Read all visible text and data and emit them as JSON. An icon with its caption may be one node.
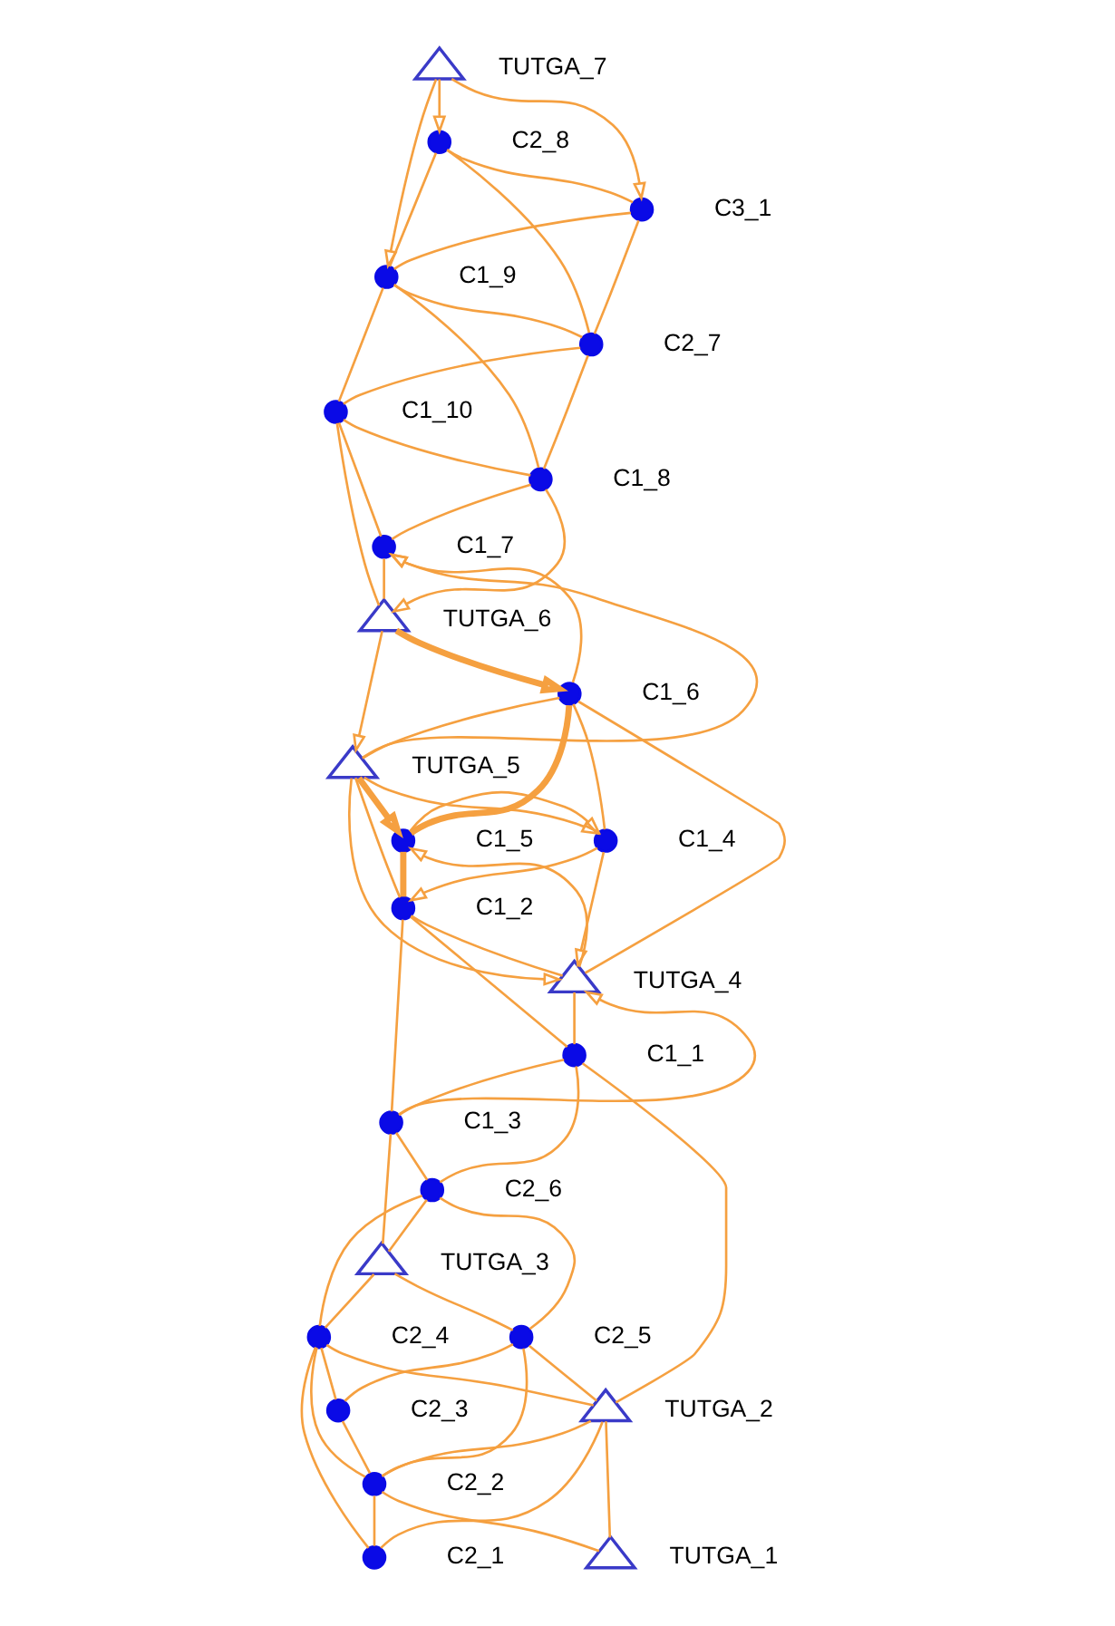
{
  "diagram": {
    "nodes": [
      {
        "text": [],
        "shape": "triangle",
        "beside": [
          "TUTGA_7"
        ]
      },
      {
        "text": [],
        "shape": "circle",
        "beside": [
          "C2_8"
        ]
      },
      {
        "text": [],
        "shape": "circle",
        "beside": [
          "C3_1"
        ]
      },
      {
        "text": [],
        "shape": "circle",
        "beside": [
          "C1_9"
        ]
      },
      {
        "text": [],
        "shape": "circle",
        "beside": [
          "C2_7"
        ]
      },
      {
        "text": [],
        "shape": "circle",
        "beside": [
          "C1_10"
        ]
      },
      {
        "text": [],
        "shape": "circle",
        "beside": [
          "C1_8"
        ]
      },
      {
        "text": [],
        "shape": "circle",
        "beside": [
          "C1_7"
        ]
      },
      {
        "text": [],
        "shape": "triangle",
        "beside": [
          "TUTGA_6"
        ]
      },
      {
        "text": [],
        "shape": "circle",
        "beside": [
          "C1_6"
        ]
      },
      {
        "text": [],
        "shape": "triangle",
        "beside": [
          "TUTGA_5"
        ]
      },
      {
        "text": [],
        "shape": "circle",
        "beside": [
          "C1_4"
        ]
      },
      {
        "text": [],
        "shape": "circle",
        "beside": [
          "C1_5"
        ]
      },
      {
        "text": [],
        "shape": "circle",
        "beside": [
          "C1_2"
        ]
      },
      {
        "text": [],
        "shape": "triangle",
        "beside": [
          "TUTGA_4"
        ]
      },
      {
        "text": [],
        "shape": "circle",
        "beside": [
          "C1_1"
        ]
      },
      {
        "text": [],
        "shape": "circle",
        "beside": [
          "C1_3"
        ]
      },
      {
        "text": [],
        "shape": "circle",
        "beside": [
          "C2_6"
        ]
      },
      {
        "text": [],
        "shape": "triangle",
        "beside": [
          "TUTGA_3"
        ]
      },
      {
        "text": [],
        "shape": "circle",
        "beside": [
          "C2_5"
        ]
      },
      {
        "text": [],
        "shape": "circle",
        "beside": [
          "C2_4"
        ]
      },
      {
        "text": [],
        "shape": "circle",
        "beside": [
          "C2_3"
        ]
      },
      {
        "text": [],
        "shape": "triangle",
        "beside": [
          "TUTGA_2"
        ]
      },
      {
        "text": [],
        "shape": "circle",
        "beside": [
          "C2_2"
        ]
      },
      {
        "text": [],
        "shape": "triangle",
        "beside": [
          "TUTGA_1"
        ]
      },
      {
        "text": [],
        "shape": "circle",
        "beside": [
          "C2_1"
        ]
      }
    ],
    "edges": [
      {
        "from": 0,
        "to": 1,
        "arrow": "to"
      },
      {
        "from": 0,
        "to": 2,
        "arrow": "to"
      },
      {
        "from": 0,
        "to": 3,
        "arrow": "to"
      },
      {
        "from": 1,
        "to": 2,
        "arrow": "none"
      },
      {
        "from": 1,
        "to": 4,
        "arrow": "none"
      },
      {
        "from": 1,
        "to": 3,
        "arrow": "none"
      },
      {
        "from": 2,
        "to": 3,
        "arrow": "none"
      },
      {
        "from": 2,
        "to": 4,
        "arrow": "none"
      },
      {
        "from": 3,
        "to": 4,
        "arrow": "none"
      },
      {
        "from": 3,
        "to": 5,
        "arrow": "none"
      },
      {
        "from": 3,
        "to": 6,
        "arrow": "none"
      },
      {
        "from": 4,
        "to": 6,
        "arrow": "none"
      },
      {
        "from": 4,
        "to": 5,
        "arrow": "none"
      },
      {
        "from": 5,
        "to": 6,
        "arrow": "none"
      },
      {
        "from": 5,
        "to": 7,
        "arrow": "none"
      },
      {
        "from": 5,
        "to": 8,
        "arrow": "none"
      },
      {
        "from": 6,
        "to": 7,
        "arrow": "none"
      },
      {
        "from": 6,
        "to": 8,
        "arrow": "to"
      },
      {
        "from": 7,
        "to": 8,
        "arrow": "none"
      },
      {
        "from": 9,
        "to": 7,
        "arrow": "to"
      },
      {
        "from": 10,
        "to": 7,
        "arrow": "to"
      },
      {
        "from": 8,
        "to": 9,
        "arrow": "to",
        "style": "thick"
      },
      {
        "from": 8,
        "to": 10,
        "arrow": "to"
      },
      {
        "from": 9,
        "to": 10,
        "arrow": "none"
      },
      {
        "from": 9,
        "to": 12,
        "arrow": "none",
        "style": "thick"
      },
      {
        "from": 9,
        "to": 11,
        "arrow": "none"
      },
      {
        "from": 9,
        "to": 14,
        "arrow": "none"
      },
      {
        "from": 10,
        "to": 11,
        "arrow": "to"
      },
      {
        "from": 10,
        "to": 12,
        "arrow": "to",
        "style": "thick"
      },
      {
        "from": 10,
        "to": 14,
        "arrow": "to"
      },
      {
        "from": 10,
        "to": 13,
        "arrow": "none"
      },
      {
        "from": 12,
        "to": 11,
        "arrow": "to"
      },
      {
        "from": 11,
        "to": 14,
        "arrow": "to"
      },
      {
        "from": 11,
        "to": 13,
        "arrow": "to"
      },
      {
        "from": 14,
        "to": 12,
        "arrow": "to"
      },
      {
        "from": 12,
        "to": 13,
        "arrow": "none",
        "style": "thick"
      },
      {
        "from": 13,
        "to": 14,
        "arrow": "none"
      },
      {
        "from": 13,
        "to": 15,
        "arrow": "none"
      },
      {
        "from": 13,
        "to": 16,
        "arrow": "none"
      },
      {
        "from": 14,
        "to": 15,
        "arrow": "none"
      },
      {
        "from": 16,
        "to": 14,
        "arrow": "to"
      },
      {
        "from": 15,
        "to": 16,
        "arrow": "none"
      },
      {
        "from": 15,
        "to": 17,
        "arrow": "none"
      },
      {
        "from": 15,
        "to": 22,
        "arrow": "none"
      },
      {
        "from": 16,
        "to": 18,
        "arrow": "none"
      },
      {
        "from": 16,
        "to": 17,
        "arrow": "none"
      },
      {
        "from": 17,
        "to": 18,
        "arrow": "none"
      },
      {
        "from": 18,
        "to": 20,
        "arrow": "none"
      },
      {
        "from": 18,
        "to": 19,
        "arrow": "none"
      },
      {
        "from": 17,
        "to": 20,
        "arrow": "none"
      },
      {
        "from": 17,
        "to": 19,
        "arrow": "none"
      },
      {
        "from": 20,
        "to": 21,
        "arrow": "none"
      },
      {
        "from": 20,
        "to": 22,
        "arrow": "none"
      },
      {
        "from": 20,
        "to": 23,
        "arrow": "none"
      },
      {
        "from": 19,
        "to": 21,
        "arrow": "none"
      },
      {
        "from": 19,
        "to": 22,
        "arrow": "none"
      },
      {
        "from": 19,
        "to": 23,
        "arrow": "none"
      },
      {
        "from": 22,
        "to": 23,
        "arrow": "none"
      },
      {
        "from": 22,
        "to": 24,
        "arrow": "none"
      },
      {
        "from": 22,
        "to": 25,
        "arrow": "none"
      },
      {
        "from": 23,
        "to": 24,
        "arrow": "none"
      },
      {
        "from": 23,
        "to": 25,
        "arrow": "none"
      },
      {
        "from": 23,
        "to": 21,
        "arrow": "none"
      },
      {
        "from": 20,
        "to": 25,
        "arrow": "none"
      }
    ]
  }
}
